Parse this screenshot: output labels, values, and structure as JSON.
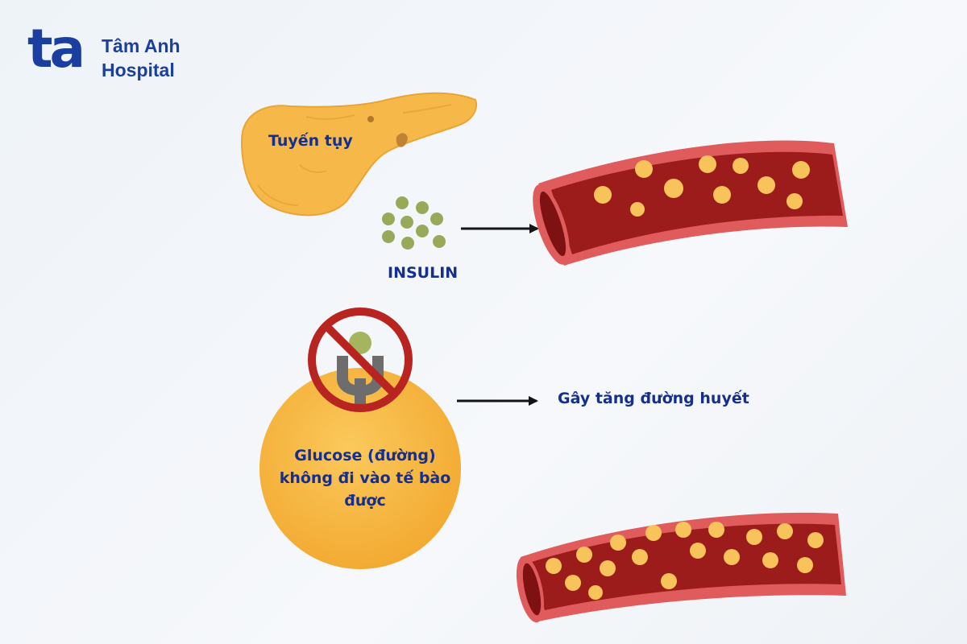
{
  "brand": {
    "mark": "ta",
    "name_line1": "Tâm Anh",
    "name_line2": "Hospital",
    "color": "#1b3fa0"
  },
  "labels": {
    "pancreas": "Tuyến tụy",
    "insulin": "INSULIN",
    "glucose_line1": "Glucose (đường)",
    "glucose_line2": "không đi vào tế bào",
    "glucose_line3": "được",
    "effect": "Gây tăng đường huyết"
  },
  "colors": {
    "label_text": "#142f8f",
    "pancreas": "#f6b949",
    "insulin_particle": "#98a95a",
    "vessel_wall": "#e05c5c",
    "vessel_inner": "#9c1b1b",
    "glucose_particle": "#f7c35a",
    "cell": "#f7b53e",
    "prohibition": "#b8241f",
    "receptor": "#6d6d6d",
    "arrow": "#141414"
  },
  "icons": {
    "blocked_receptor": "prohibition-sign-icon",
    "receptor": "receptor-icon",
    "arrow": "arrow-right-icon"
  }
}
